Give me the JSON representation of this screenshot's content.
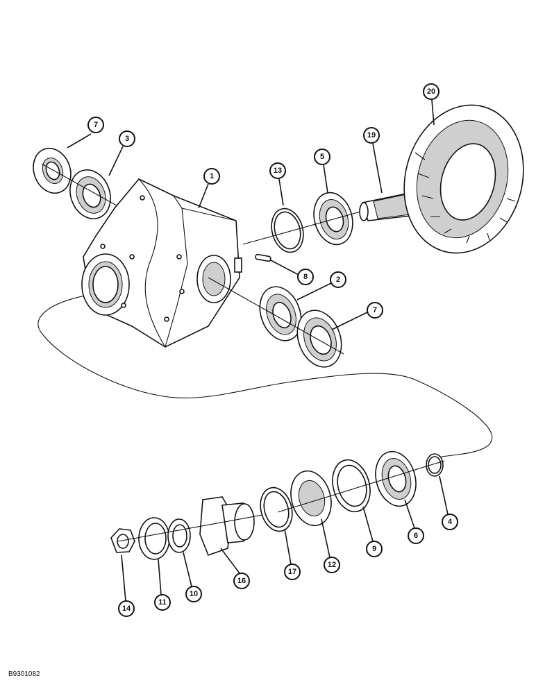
{
  "reference_code": "B9301082",
  "callouts": {
    "c1": "1",
    "c2": "2",
    "c3": "3",
    "c4": "4",
    "c5": "5",
    "c6": "6",
    "c7a": "7",
    "c7b": "7",
    "c8": "8",
    "c9": "9",
    "c10": "10",
    "c11": "11",
    "c12": "12",
    "c13": "13",
    "c14": "14",
    "c16": "16",
    "c17": "17",
    "c19": "19",
    "c20": "20"
  }
}
